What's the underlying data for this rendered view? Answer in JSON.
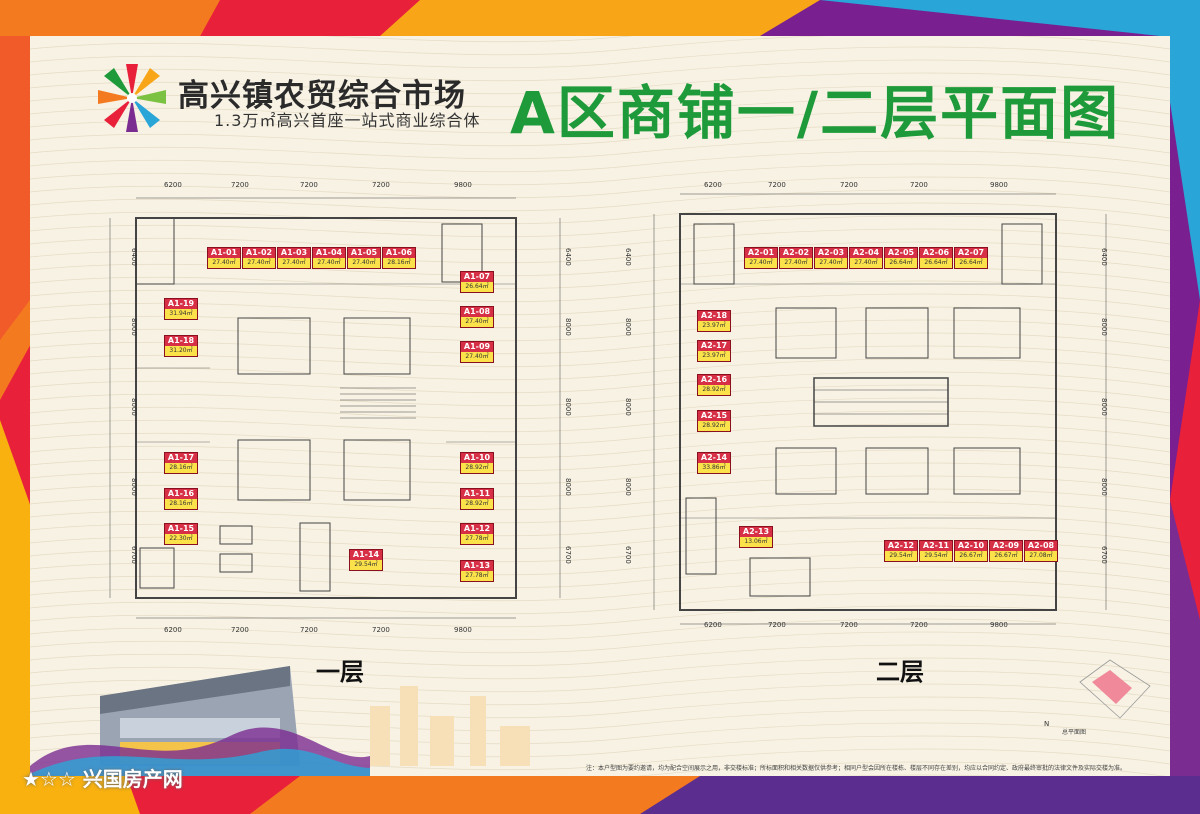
{
  "header": {
    "project_name": "高兴镇农贸综合市场",
    "slogan": "1.3万㎡高兴首座一站式商业综合体",
    "plan_title": "A区商铺一/二层平面图"
  },
  "colors": {
    "title_green": "#1e9a3a",
    "unit_red": "#d72f45",
    "area_yellow": "#fbe14a",
    "paper": "#f7f2e4"
  },
  "floor1": {
    "label": "一层",
    "dims_top": [
      "6200",
      "7200",
      "7200",
      "7200",
      "9800"
    ],
    "dims_bottom": [
      "6200",
      "7200",
      "7200",
      "7200",
      "9800"
    ],
    "dims_side": [
      "6400",
      "8000",
      "8000",
      "8000",
      "6700"
    ],
    "units": [
      {
        "id": "A1-01",
        "area": "27.40㎡"
      },
      {
        "id": "A1-02",
        "area": "27.40㎡"
      },
      {
        "id": "A1-03",
        "area": "27.40㎡"
      },
      {
        "id": "A1-04",
        "area": "27.40㎡"
      },
      {
        "id": "A1-05",
        "area": "27.40㎡"
      },
      {
        "id": "A1-06",
        "area": "28.16㎡"
      },
      {
        "id": "A1-07",
        "area": "26.64㎡"
      },
      {
        "id": "A1-08",
        "area": "27.40㎡"
      },
      {
        "id": "A1-09",
        "area": "27.40㎡"
      },
      {
        "id": "A1-19",
        "area": "31.94㎡"
      },
      {
        "id": "A1-18",
        "area": "31.20㎡"
      },
      {
        "id": "A1-17",
        "area": "28.16㎡"
      },
      {
        "id": "A1-16",
        "area": "28.16㎡"
      },
      {
        "id": "A1-15",
        "area": "22.30㎡"
      },
      {
        "id": "A1-14",
        "area": "29.54㎡"
      },
      {
        "id": "A1-10",
        "area": "28.92㎡"
      },
      {
        "id": "A1-11",
        "area": "28.92㎡"
      },
      {
        "id": "A1-12",
        "area": "27.78㎡"
      },
      {
        "id": "A1-13",
        "area": "27.78㎡"
      }
    ]
  },
  "floor2": {
    "label": "二层",
    "dims_top": [
      "6200",
      "7200",
      "7200",
      "7200",
      "9800"
    ],
    "dims_bottom": [
      "6200",
      "7200",
      "7200",
      "7200",
      "9800"
    ],
    "dims_side": [
      "6400",
      "8000",
      "8000",
      "8000",
      "6700"
    ],
    "units": [
      {
        "id": "A2-01",
        "area": "27.40㎡"
      },
      {
        "id": "A2-02",
        "area": "27.40㎡"
      },
      {
        "id": "A2-03",
        "area": "27.40㎡"
      },
      {
        "id": "A2-04",
        "area": "27.40㎡"
      },
      {
        "id": "A2-05",
        "area": "26.64㎡"
      },
      {
        "id": "A2-06",
        "area": "26.64㎡"
      },
      {
        "id": "A2-07",
        "area": "26.64㎡"
      },
      {
        "id": "A2-18",
        "area": "23.97㎡"
      },
      {
        "id": "A2-17",
        "area": "23.97㎡"
      },
      {
        "id": "A2-16",
        "area": "28.92㎡"
      },
      {
        "id": "A2-15",
        "area": "28.92㎡"
      },
      {
        "id": "A2-14",
        "area": "33.86㎡"
      },
      {
        "id": "A2-13",
        "area": "13.06㎡"
      },
      {
        "id": "A2-12",
        "area": "29.54㎡"
      },
      {
        "id": "A2-11",
        "area": "29.54㎡"
      },
      {
        "id": "A2-10",
        "area": "26.67㎡"
      },
      {
        "id": "A2-09",
        "area": "26.67㎡"
      },
      {
        "id": "A2-08",
        "area": "27.08㎡"
      }
    ]
  },
  "footer": {
    "note": "注：本户型图为要约邀请，均为配合空间展示之用，非交楼标准；所标面积和相关数据仅供参考；相同户型会因所在楼栋、楼层不同存在差别，均应以合同约定、政府最终审批的法律文件及实际交楼为准。",
    "site_plan_label": "总平面图",
    "watermark": "兴国房产网",
    "north_label": "N"
  }
}
